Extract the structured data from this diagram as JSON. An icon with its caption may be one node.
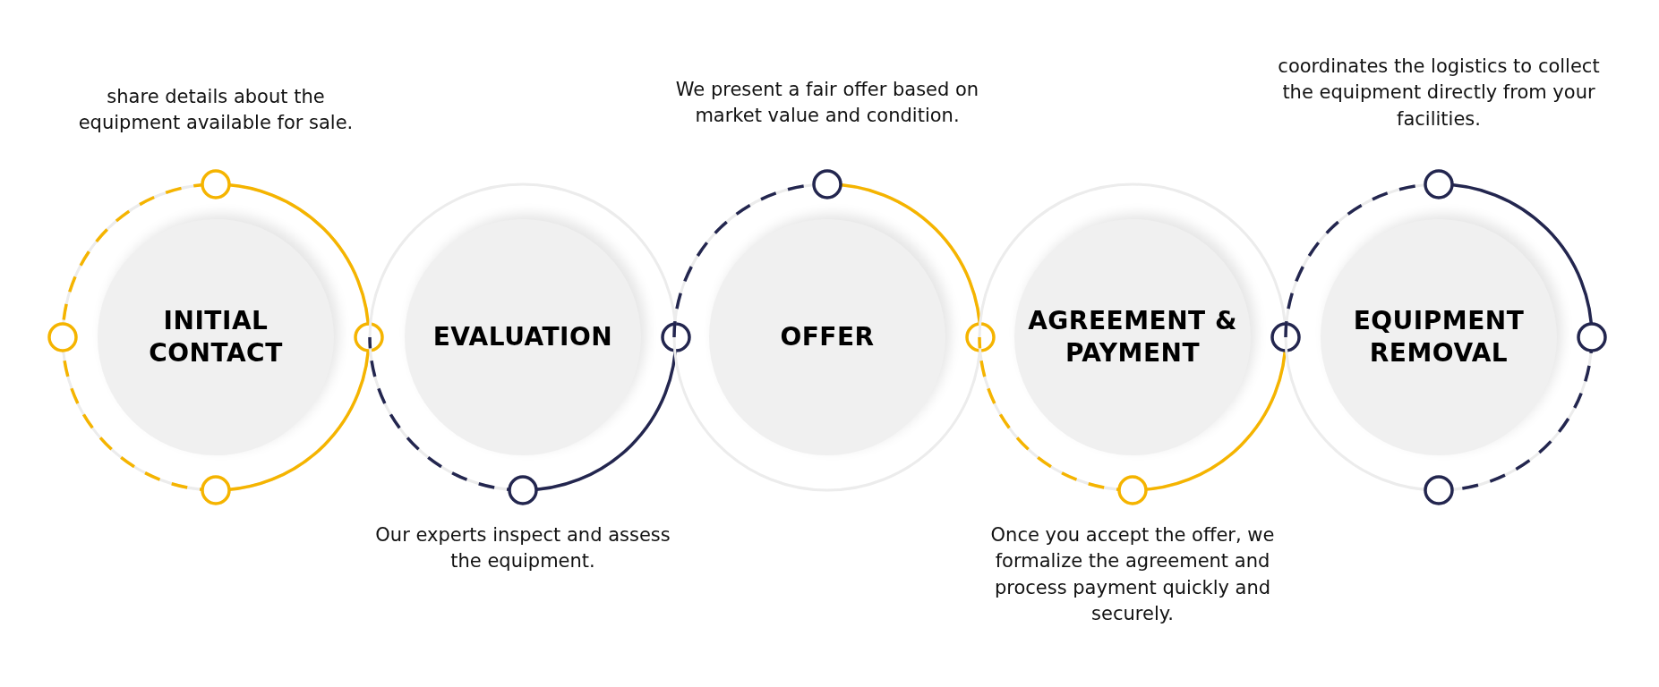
{
  "diagram": {
    "nodes": [
      {
        "text": [
          "INITIAL CONTACT"
        ]
      },
      {
        "text": [
          "EVALUATION"
        ]
      },
      {
        "text": [
          "OFFER"
        ]
      },
      {
        "text": [
          "AGREEMENT & PAYMENT"
        ]
      },
      {
        "text": [
          "EQUIPMENT REMOVAL"
        ]
      }
    ],
    "labels": [
      "share details about the equipment available for sale.",
      "Our experts inspect and assess the equipment.",
      "We present a fair offer based on market value and condition.",
      "Once you accept the offer, we formalize the agreement and process payment quickly and securely.",
      "coordinates the logistics to collect the equipment directly from your facilities."
    ]
  }
}
